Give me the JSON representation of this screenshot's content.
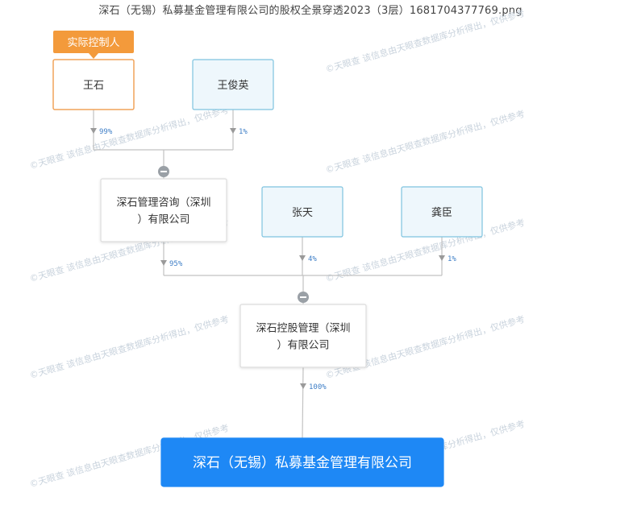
{
  "title": "深石（无锡）私募基金管理有限公司的股权全景穿透2023（3层）1681704377769.png",
  "watermark": "©天眼查 该信息由天眼查数据库分析得出，仅供参考",
  "colors": {
    "person_border": "#7ec3df",
    "person_fill": "#eef7fc",
    "controller_border": "#f0a35a",
    "controller_badge": "#f39a3b",
    "company_border": "#dcdcdc",
    "target_fill": "#1e88f5",
    "line": "#c2c2c2",
    "pct": "#3f7fc7"
  },
  "badge": {
    "label": "实际控制人"
  },
  "nodes": [
    {
      "id": "wangshi",
      "type": "person-controller",
      "label": "王石"
    },
    {
      "id": "wangjunying",
      "type": "person",
      "label": "王俊英"
    },
    {
      "id": "shenshi-consult",
      "type": "company",
      "label": "深石管理咨询（深圳|）有限公司"
    },
    {
      "id": "zhangtian",
      "type": "person",
      "label": "张天"
    },
    {
      "id": "gongchen",
      "type": "person",
      "label": "龚臣"
    },
    {
      "id": "shenshi-holding",
      "type": "company",
      "label": "深石控股管理（深圳|）有限公司"
    },
    {
      "id": "target",
      "type": "target",
      "label": "深石（无锡）私募基金管理有限公司"
    }
  ],
  "edges": [
    {
      "from": "wangshi",
      "to": "shenshi-consult",
      "percent": "99%"
    },
    {
      "from": "wangjunying",
      "to": "shenshi-consult",
      "percent": "1%"
    },
    {
      "from": "shenshi-consult",
      "to": "shenshi-holding",
      "percent": "95%"
    },
    {
      "from": "zhangtian",
      "to": "shenshi-holding",
      "percent": "4%"
    },
    {
      "from": "gongchen",
      "to": "shenshi-holding",
      "percent": "1%"
    },
    {
      "from": "shenshi-holding",
      "to": "target",
      "percent": "100%"
    }
  ]
}
